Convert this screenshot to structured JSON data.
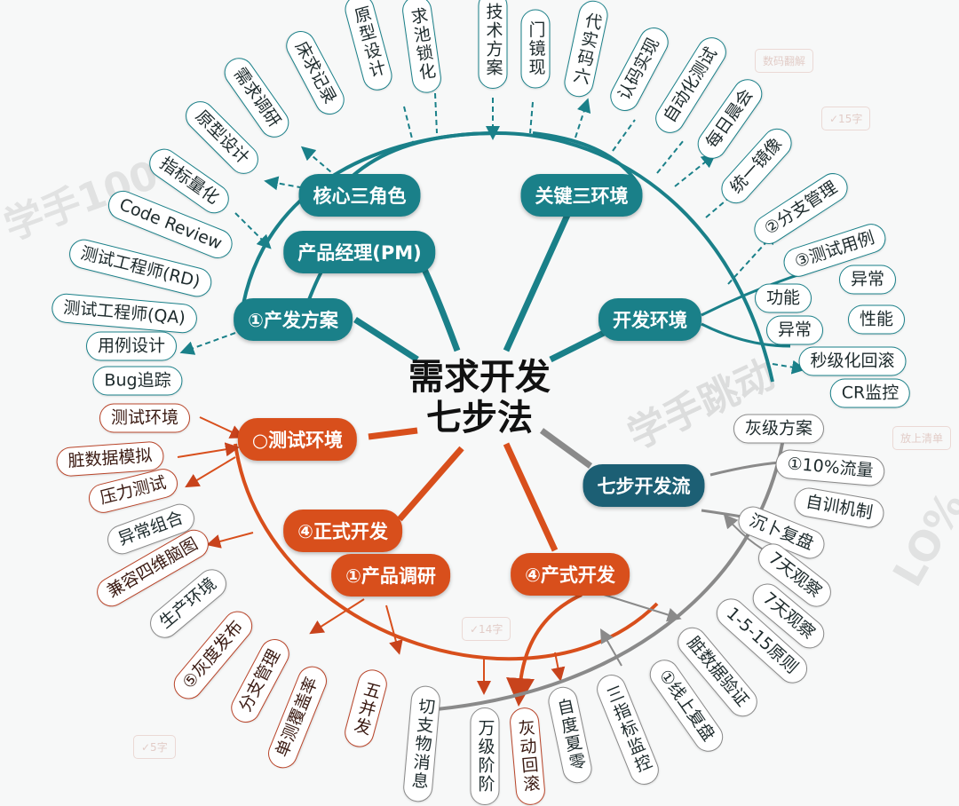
{
  "title": {
    "line1": "需求开发",
    "line2": "七步法"
  },
  "teal_main": [
    "核心三角色",
    "产品经理(PM)",
    "①产发方案",
    "关键三环境",
    "开发环境"
  ],
  "flow_main": "七步开发流",
  "orange_main": [
    "○测试环境",
    "④正式开发",
    "①产品调研",
    "④产式开发"
  ],
  "top_leaves": [
    "需求调研",
    "床求记录",
    "原型设计",
    "求池锁化",
    "技术方案",
    "门镜现",
    "代实码六",
    "认码实现",
    "自动化测试",
    "每日晨会",
    "统一镜像",
    "②分支管理",
    "③测试用例",
    "功能",
    "异常",
    "异常",
    "性能",
    "秒级化回滚",
    "CR监控"
  ],
  "left_leaves": [
    "原型设计",
    "指标量化",
    "Code Review",
    "测试工程师(RD)",
    "测试工程师(QA)",
    "用例设计",
    "Bug追踪"
  ],
  "orange_leaves": [
    "测试环境",
    "脏数据模拟",
    "压力测试",
    "异常组合",
    "兼容四维脑图",
    "生产环境",
    "⑤灰度发布",
    "分支管理",
    "单测覆盖率",
    "五并发",
    "切支物消息"
  ],
  "flow_leaves": [
    "灰级方案",
    "①10%流量",
    "自训机制",
    "沉卜复盘",
    "7天观察",
    "7天观察",
    "1-5-15原则",
    "脏数据验证",
    "①线上复盘",
    "三指标监控",
    "自度夏零",
    "灰动回滚",
    "万级阶阶"
  ],
  "watermarks": [
    "学手100",
    "学手跳动",
    "✓15字",
    "✓14字",
    "数码翻解",
    "放上清单",
    "✓5字",
    "LO%"
  ],
  "colors": {
    "teal": "#1a8089",
    "dark_teal": "#1c5f74",
    "orange": "#d84f1c",
    "grey": "#8a8a8a",
    "title": "#111111"
  }
}
